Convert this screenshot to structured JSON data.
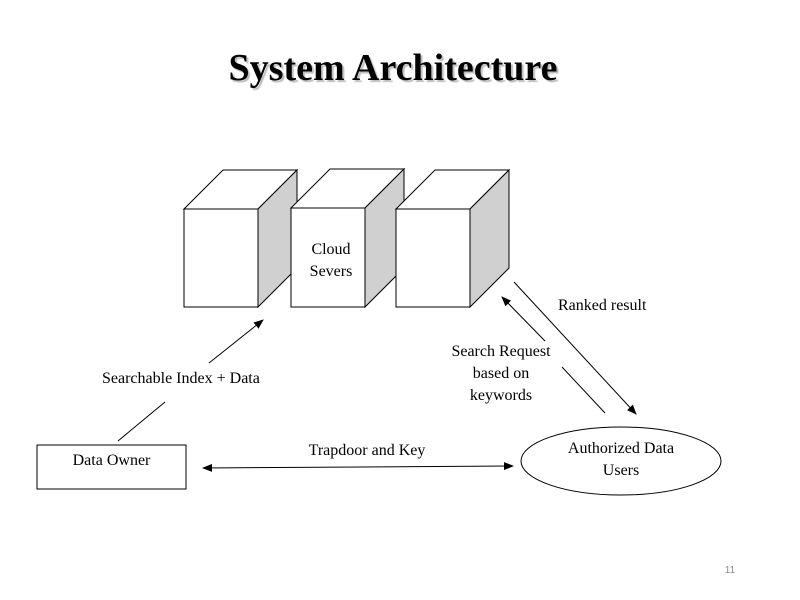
{
  "slide": {
    "title": "System Architecture",
    "page_number": "11"
  },
  "diagram": {
    "cloud_label": [
      "Cloud",
      "Severs"
    ],
    "data_owner_label": "Data Owner",
    "users_label": [
      "Authorized Data",
      "Users"
    ],
    "edge_index_label": "Searchable Index + Data",
    "edge_trapdoor_label": "Trapdoor and Key",
    "edge_search_label": [
      "Search Request",
      "based on",
      "keywords"
    ],
    "edge_ranked_label": "Ranked result"
  },
  "colors": {
    "box_front": "#ffffff",
    "box_side": "#d0d0d0",
    "stroke": "#000000",
    "title_shadow": "#bdbdbd",
    "page_number": "#8c8c8c"
  }
}
